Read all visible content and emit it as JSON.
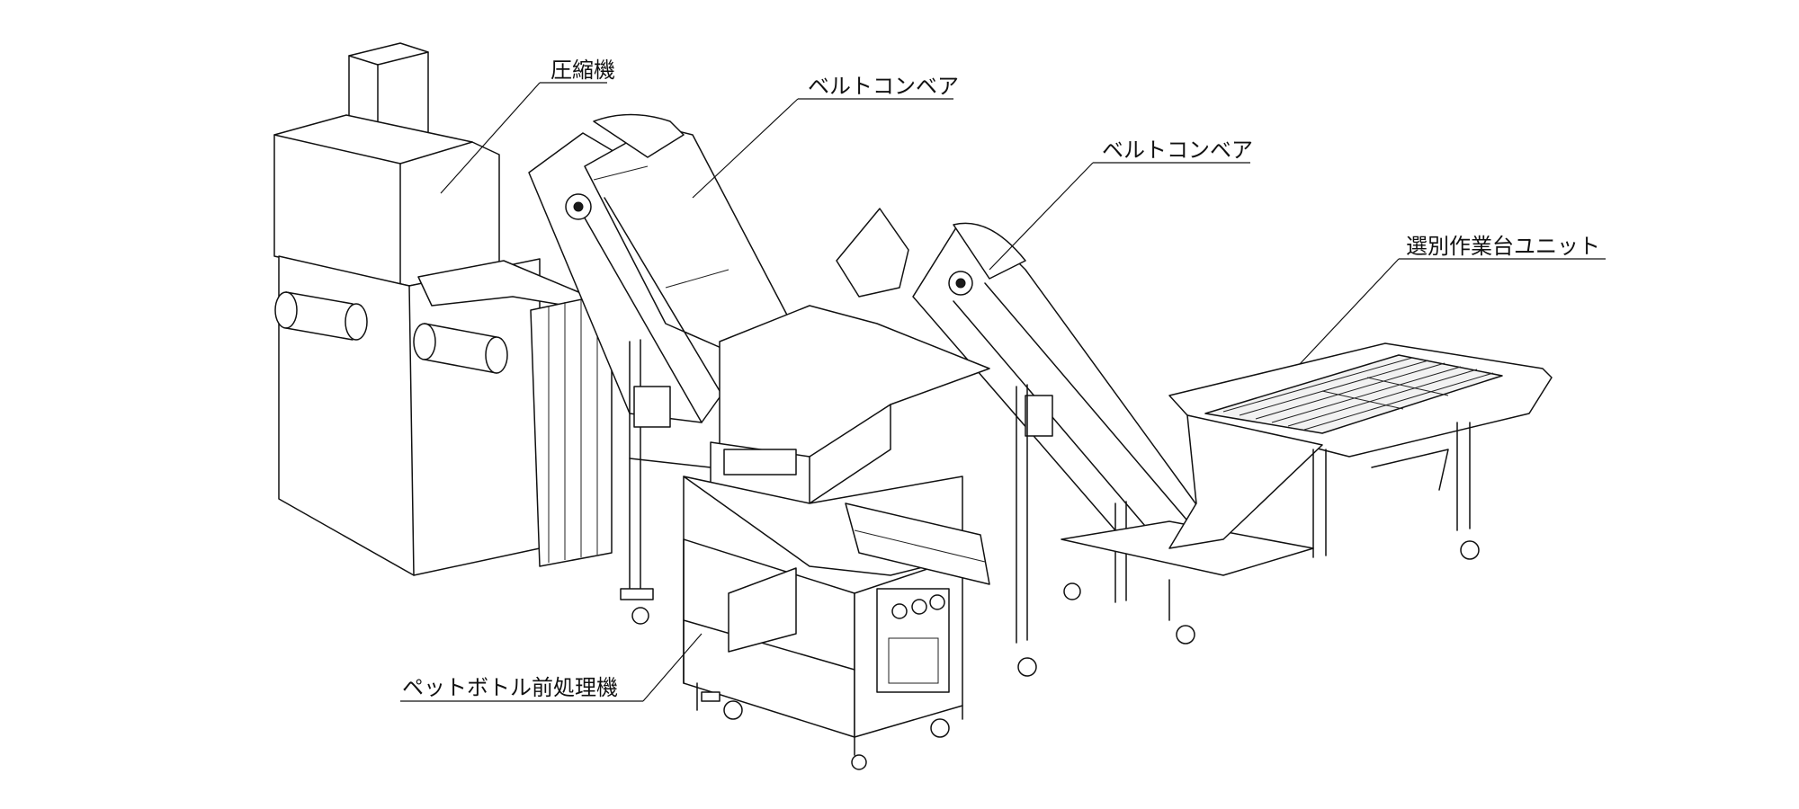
{
  "callouts": {
    "compressor": "圧縮機",
    "belt_conveyor_1": "ベルトコンベア",
    "belt_conveyor_2": "ベルトコンベア",
    "sorting_table": "選別作業台ユニット",
    "pet_pretreatment": "ペットボトル前処理機"
  },
  "colors": {
    "line": "#111111",
    "background": "#ffffff"
  }
}
